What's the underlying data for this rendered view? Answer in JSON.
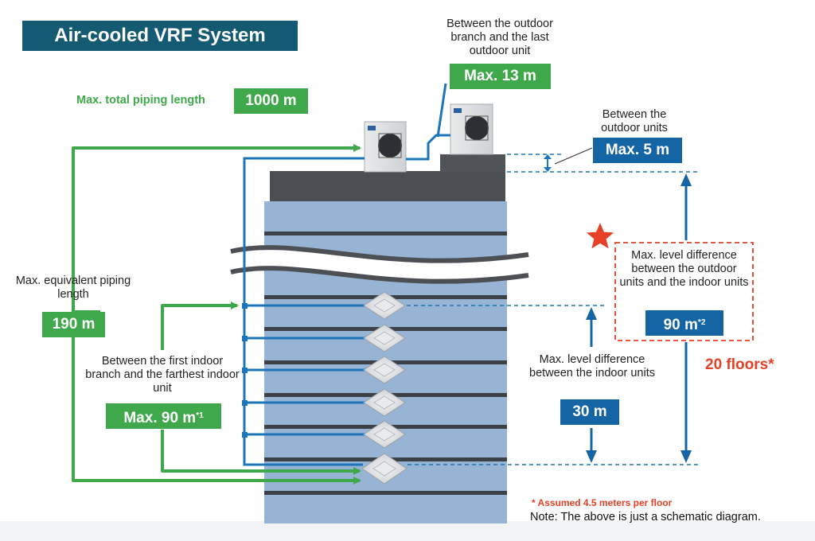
{
  "title": "Air-cooled VRF System",
  "labels": {
    "outdoor_branch_desc": "Between the outdoor branch and the last outdoor unit",
    "outdoor_branch_value": "Max. 13 m",
    "total_piping_desc": "Max. total piping length",
    "total_piping_value": "1000 m",
    "outdoor_units_desc": "Between the outdoor units",
    "outdoor_units_value": "Max. 5 m",
    "level_outdoor_indoor_desc": "Max. level difference between the outdoor units and the indoor units",
    "level_outdoor_indoor_value": "90 m",
    "level_outdoor_indoor_sup": "*2",
    "floors": "20 floors*",
    "equiv_piping_desc": "Max. equivalent piping length",
    "equiv_piping_value": "190 m",
    "first_indoor_branch_desc": "Between the first indoor branch and the farthest indoor unit",
    "first_indoor_branch_value": "Max. 90 m",
    "first_indoor_branch_sup": "*1",
    "level_indoor_desc": "Max. level difference between the indoor units",
    "level_indoor_value": "30 m",
    "footnote": "* Assumed 4.5 meters per floor",
    "note": "Note: The above is just a schematic diagram."
  },
  "colors": {
    "green": "#3fa84a",
    "blue": "#1565a4",
    "navy": "#155a73",
    "red": "#e64027",
    "building": "#98b4d4"
  },
  "icons": {
    "star": "star-icon",
    "outdoor_unit": "outdoor-unit-icon",
    "indoor_unit": "cassette-indoor-unit-icon"
  }
}
